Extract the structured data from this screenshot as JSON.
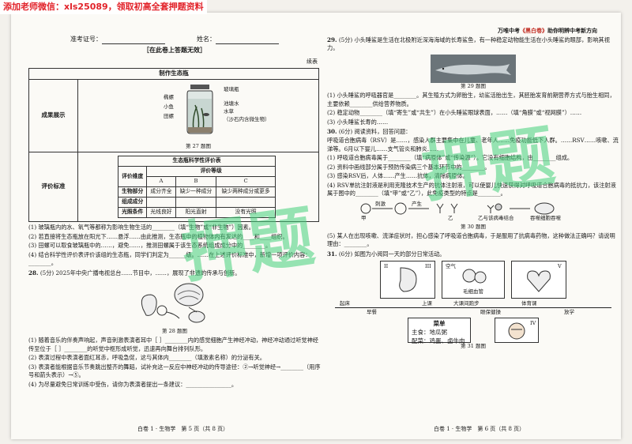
{
  "banner": "添加老师微信：xls25089，领取初高全套押题资料",
  "brand": {
    "pre": "万唯中考",
    "emph": "《黑白卷》",
    "post": "助你明辨中考新方向"
  },
  "header": {
    "ticket_label": "准考证号：",
    "name_label": "姓名：",
    "notice": "［在此卷上答题无效］",
    "continued": "续表"
  },
  "table": {
    "title": "制作生态瓶",
    "row1_label": "成果展示",
    "row2_label": "评价标准",
    "bottle_labels": [
      "玻璃瓶",
      "池塘水",
      "水草",
      "（沙石内含微生物）",
      "椭螺",
      "小鱼",
      "田螺"
    ],
    "fig27": "第 27 题图",
    "eval_title": "生态瓶科学性评价表",
    "eval_dim": "评价维度",
    "eval_level": "评价等级",
    "levels": [
      "A",
      "B",
      "C"
    ],
    "rows": [
      {
        "dim": "生物部分",
        "a": "成分齐全",
        "b": "缺少一种成分",
        "c": "缺少两种成分或更多"
      },
      {
        "dim": "组成成分",
        "a": "",
        "b": "",
        "c": ""
      },
      {
        "dim": "光照条件",
        "a": "光线良好",
        "b": "阳光直射",
        "c": "没有光照"
      }
    ]
  },
  "q27_items": [
    "(1) 玻璃瓶内的水、氧气等都称为影响生物生活的________（填“生物”或“非生物”）因素。",
    "(2) 若直接将生态瓶放在阳光下……悬浮……由此推测，生态瓶中的植物体内有发达的____和____组织。",
    "(3) 田螺可以取食玻璃瓶中的……，避免……，推测田螺属于该生态系统组成成分中的________。",
    "(4) 结合科学性评价表评价该组的生态瓶，同学们判定为______级。……在上述评价标准中，新增一项评价内容：________。"
  ],
  "q28": {
    "num": "28.",
    "stem": "(5分) 2025年中央广播电视总台……节目中，……，展现了非遗的传承与创新。",
    "fig": "第 28 题图",
    "items": [
      "(1) 随着音乐的伴奏声响起，声音刺激表演者耳中［ ］________内的感觉细胞产生神经冲动，神经冲动通过听觉神经传至位于［ ］________的听觉中枢形成听觉，迅速再向舞台排列队形。",
      "(2) 表演过程中表演者面红耳赤，呼吸急促，这与其体内________（填激素名称）的分泌有关。",
      "(3) 表演者能根据音乐节奏跳出整齐的舞蹈，试补充这一反应中神经冲动的传导途径：②→听觉神经→________（用序号和箭头表示）→⑤。",
      "(4) 为尽量避免日常训练中受伤，请你为表演者提出一条建议：________________。"
    ]
  },
  "footer_left": "白卷 1 · 生物学　第 5 页（共 8 页）",
  "q29": {
    "num": "29.",
    "stem": "(5分) 小头睡鲨是生活在北极附近深海海域的长寿鲨鱼，有一种稳定动物能生活在小头睡鲨的眼部，影响其视力。",
    "fig": "第 29 题图",
    "items": [
      "(1) 小头睡鲨的呼吸器官是________。其生殖方式为卵胎生，幼鲨活胎出生，其胚胎发育前期营养方式与胎生相同，主要依赖________供给营养物质。",
      "(2) 稳定动物________（填“寄生”或“共生”）在小头睡鲨眼球表面，……（填“角膜”或“视网膜”）……",
      "(3) 小头睡鲨长寿的……"
    ]
  },
  "q30": {
    "num": "30.",
    "stem": "(6分) 阅读资料，回答问题：",
    "para": "呼吸道合胞病毒（RSV）是……，感染人群主要集中在儿童、老年人……免疫功能低下人群。……RSV……咳嗽、流涕等。6月以下婴儿……支气管炎和肺炎……",
    "items": [
      "(1) 呼吸道合胞病毒属于________（填“病原体”或“传染源”）。它没有细胞结构，由________组成。",
      "(2) 资料中画线部分属于预防传染病三个基本环节中的________。",
      "(3) 感染RSV后，人体……产生……抗体，清除病原体。",
      "(4) RSV单抗注射液是利用克隆技术生产的抗体注射液，可以使婴儿快速获得对呼吸道合胞病毒的抵抗力，该注射液属于图中的________（填“甲”或“乙”），此免疫类型的特点是________。"
    ],
    "fig": "第 30 题图",
    "fig_labels": [
      "甲",
      "刺激",
      "产生",
      "乙",
      "乙与该病毒结合",
      "吞噬细胞吞噬"
    ],
    "item5": "(5) 某人在出现咳嗽、流涕症状时，担心感染了呼吸道合胞病毒，于是服用了抗病毒药物，这种做法正确吗？请说明理由：________。"
  },
  "q31": {
    "num": "31.",
    "stem": "(6分) 如图为小阅同一天的部分日常活动。",
    "box_labels": [
      "空气",
      "毛细血管",
      "III",
      "II",
      "IV",
      "V"
    ],
    "timeline": [
      "起床",
      "上课",
      "大课间跑步",
      "体育课",
      "早餐",
      "眼保健操",
      "放学"
    ],
    "menu_title": "菜单",
    "menu_lines": [
      "主食：地瓜粥",
      "配菜：鸡蛋、卤牛肉"
    ],
    "fig": "第 31 题图"
  },
  "footer_right": "白卷 1 · 生物学　第 6 页（共 8 页）",
  "watermark_text": "押题"
}
